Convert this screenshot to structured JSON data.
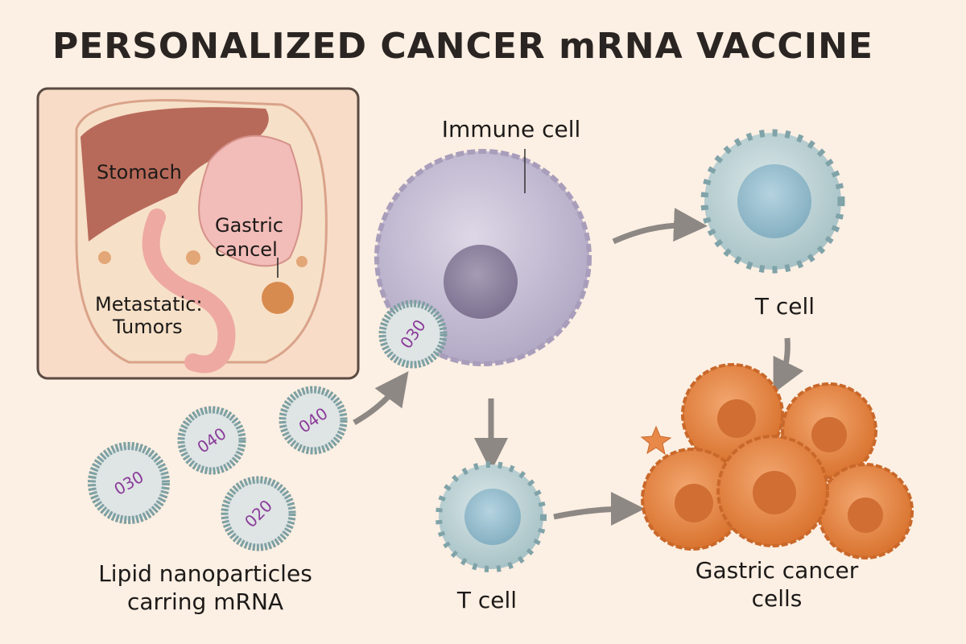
{
  "title": "PERSONALIZED CANCER mRNA VACCINE",
  "inset": {
    "stomach_label": "Stomach",
    "gastric_label_1": "Gastric",
    "gastric_label_2": "cancel",
    "metastatic_label_1": "Metastatic:",
    "metastatic_label_2": "Tumors"
  },
  "immune_cell_label": "Immune cell",
  "t_cell_top_label": "T cell",
  "t_cell_bottom_label": "T cell",
  "lipid_label_1": "Lipid nanoparticles",
  "lipid_label_2": "carring mRNA",
  "cancer_label_1": "Gastric cancer",
  "cancer_label_2": "cells",
  "particle_texts": [
    "030",
    "040",
    "040",
    "020",
    "030"
  ],
  "colors": {
    "background": "#fcefe3",
    "immune": "#c9c1d6",
    "tcell": "#bcd3d6",
    "cancer": "#e8894a",
    "arrow": "#8d8884"
  }
}
